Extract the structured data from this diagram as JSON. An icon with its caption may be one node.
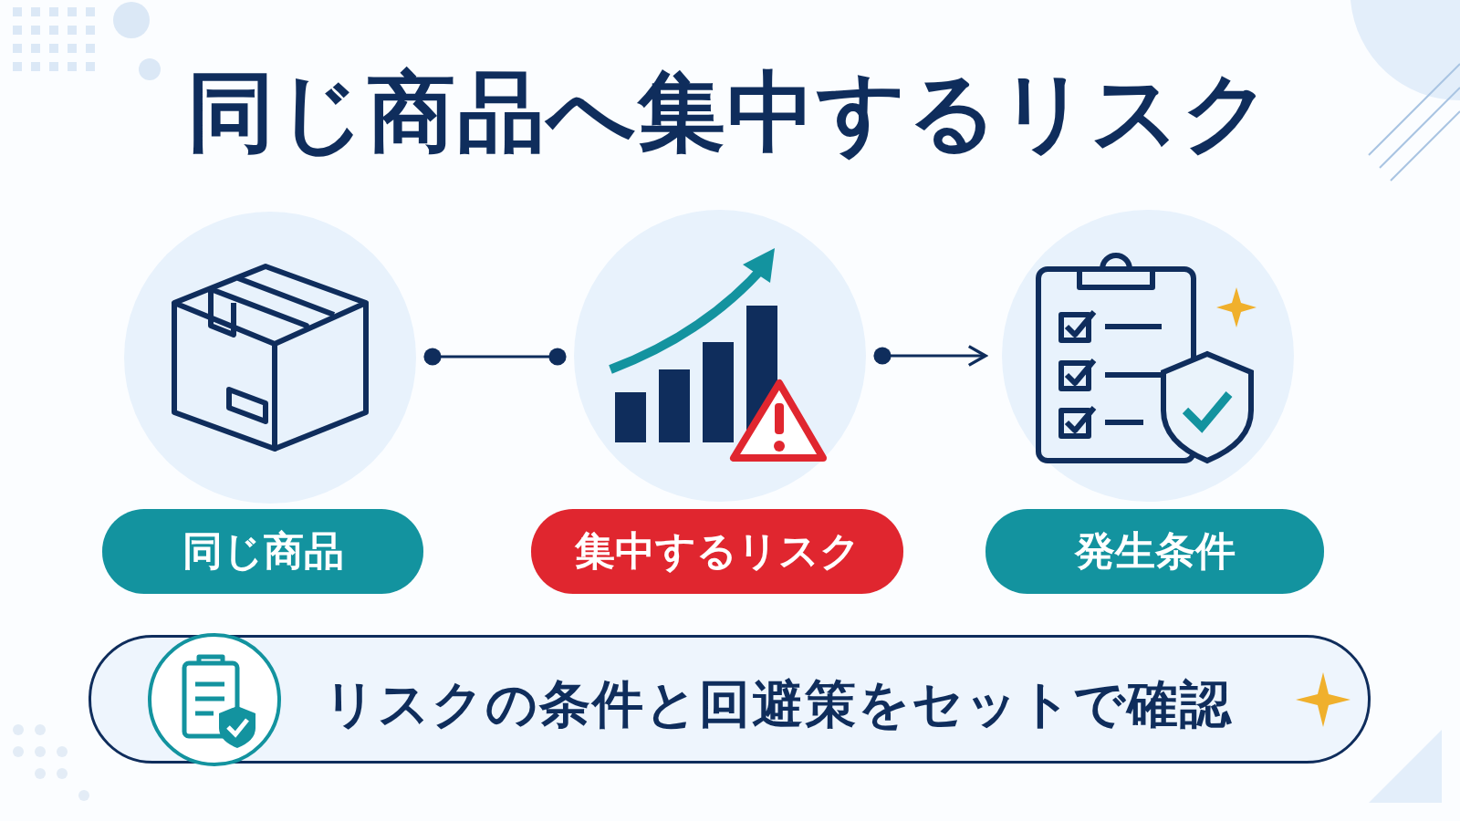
{
  "diagram": {
    "title": "同じ商品へ集中するリスク",
    "nodes": [
      {
        "text": [],
        "shape": "circle"
      },
      {
        "text": [],
        "shape": "circle"
      },
      {
        "text": [],
        "shape": "circle"
      },
      {
        "text": [
          "同じ商品"
        ]
      },
      {
        "text": [
          "集中するリスク"
        ]
      },
      {
        "text": [
          "発生条件"
        ]
      },
      {
        "text": [
          "リスクの条件と回避策をセットで確認"
        ]
      }
    ],
    "edges": [
      {
        "from": 0,
        "to": 1,
        "arrow": "other"
      },
      {
        "from": 1,
        "to": 2,
        "arrow": "to"
      }
    ]
  }
}
